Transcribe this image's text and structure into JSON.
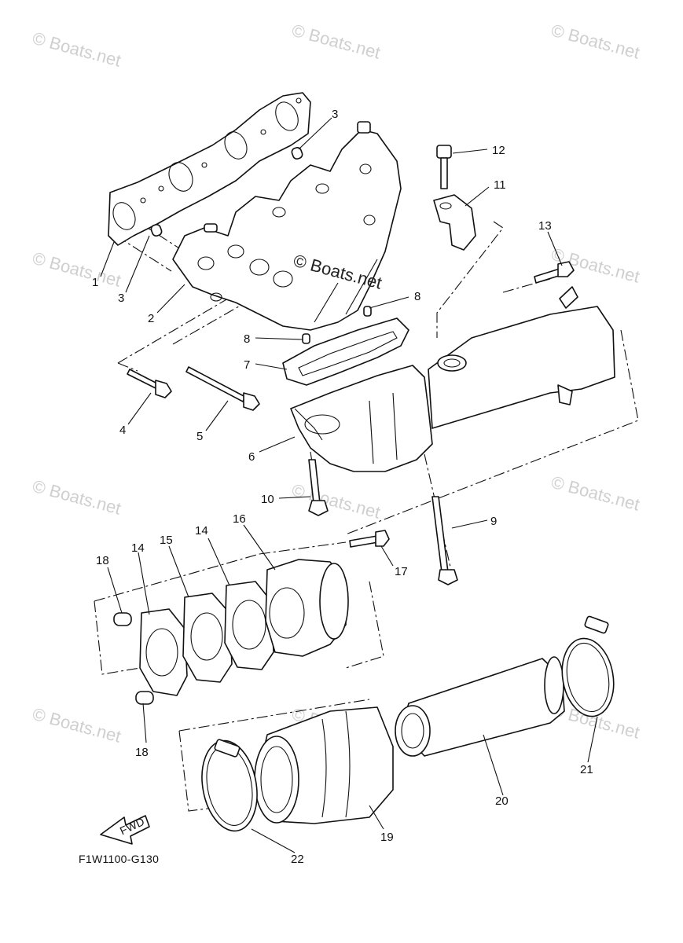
{
  "watermark": {
    "text": "© Boats.net",
    "center_text": "© Boats.net"
  },
  "diagram_code": "F1W1100-G130",
  "fwd_arrow_label": "FWD",
  "callouts": [
    {
      "id": "c1",
      "text": "1"
    },
    {
      "id": "c2",
      "text": "2"
    },
    {
      "id": "c3a",
      "text": "3"
    },
    {
      "id": "c3b",
      "text": "3"
    },
    {
      "id": "c4",
      "text": "4"
    },
    {
      "id": "c5",
      "text": "5"
    },
    {
      "id": "c6",
      "text": "6"
    },
    {
      "id": "c7",
      "text": "7"
    },
    {
      "id": "c8a",
      "text": "8"
    },
    {
      "id": "c8b",
      "text": "8"
    },
    {
      "id": "c9",
      "text": "9"
    },
    {
      "id": "c10",
      "text": "10"
    },
    {
      "id": "c11",
      "text": "11"
    },
    {
      "id": "c12",
      "text": "12"
    },
    {
      "id": "c13",
      "text": "13"
    },
    {
      "id": "c14a",
      "text": "14"
    },
    {
      "id": "c14b",
      "text": "14"
    },
    {
      "id": "c15",
      "text": "15"
    },
    {
      "id": "c16",
      "text": "16"
    },
    {
      "id": "c17",
      "text": "17"
    },
    {
      "id": "c18a",
      "text": "18"
    },
    {
      "id": "c18b",
      "text": "18"
    },
    {
      "id": "c19",
      "text": "19"
    },
    {
      "id": "c20",
      "text": "20"
    },
    {
      "id": "c21",
      "text": "21"
    },
    {
      "id": "c22",
      "text": "22"
    }
  ]
}
